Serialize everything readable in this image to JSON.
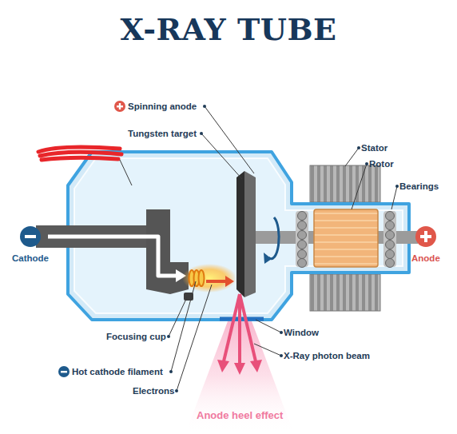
{
  "diagram": {
    "title": "X-RAY TUBE",
    "labels": [
      "Spinning anode",
      "Tungsten target",
      "Stator",
      "Rotor",
      "Bearings",
      "Cathode",
      "Anode",
      "Window",
      "Focusing cup",
      "X-Ray photon beam",
      "Hot cathode filament",
      "Electrons",
      "Anode heel effect"
    ]
  }
}
